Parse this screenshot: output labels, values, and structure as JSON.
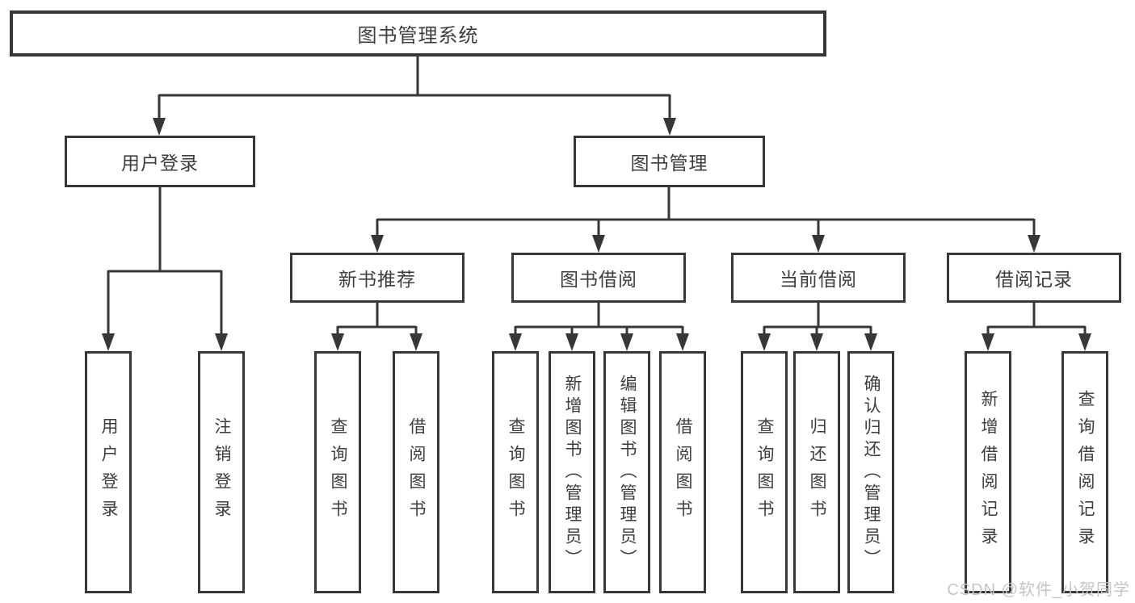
{
  "root": {
    "label": "图书管理系统"
  },
  "level2": {
    "user_login": {
      "label": "用户登录"
    },
    "book_mgmt": {
      "label": "图书管理"
    }
  },
  "level3": {
    "new_books": {
      "label": "新书推荐"
    },
    "book_borrow": {
      "label": "图书借阅"
    },
    "current_borrow": {
      "label": "当前借阅"
    },
    "borrow_records": {
      "label": "借阅记录"
    }
  },
  "leaves": {
    "login": {
      "label": "用户登录"
    },
    "logout": {
      "label": "注销登录"
    },
    "nb_query": {
      "label": "查询图书"
    },
    "nb_borrow": {
      "label": "借阅图书"
    },
    "bb_query": {
      "label": "查询图书"
    },
    "bb_add": {
      "label": "新增图书（管理员）"
    },
    "bb_edit": {
      "label": "编辑图书（管理员）"
    },
    "bb_borrow": {
      "label": "借阅图书"
    },
    "cb_query": {
      "label": "查询图书"
    },
    "cb_return": {
      "label": "归还图书"
    },
    "cb_confirm": {
      "label": "确认归还（管理员）"
    },
    "rec_add": {
      "label": "新增借阅记录"
    },
    "rec_query": {
      "label": "查询借阅记录"
    }
  },
  "watermark": {
    "text": "CSDN @软件_小贺同学"
  },
  "colors": {
    "line": "#373737",
    "text": "#3d3d3d",
    "watermark_gray": "#c5c5c5",
    "background": "#ffffff"
  }
}
